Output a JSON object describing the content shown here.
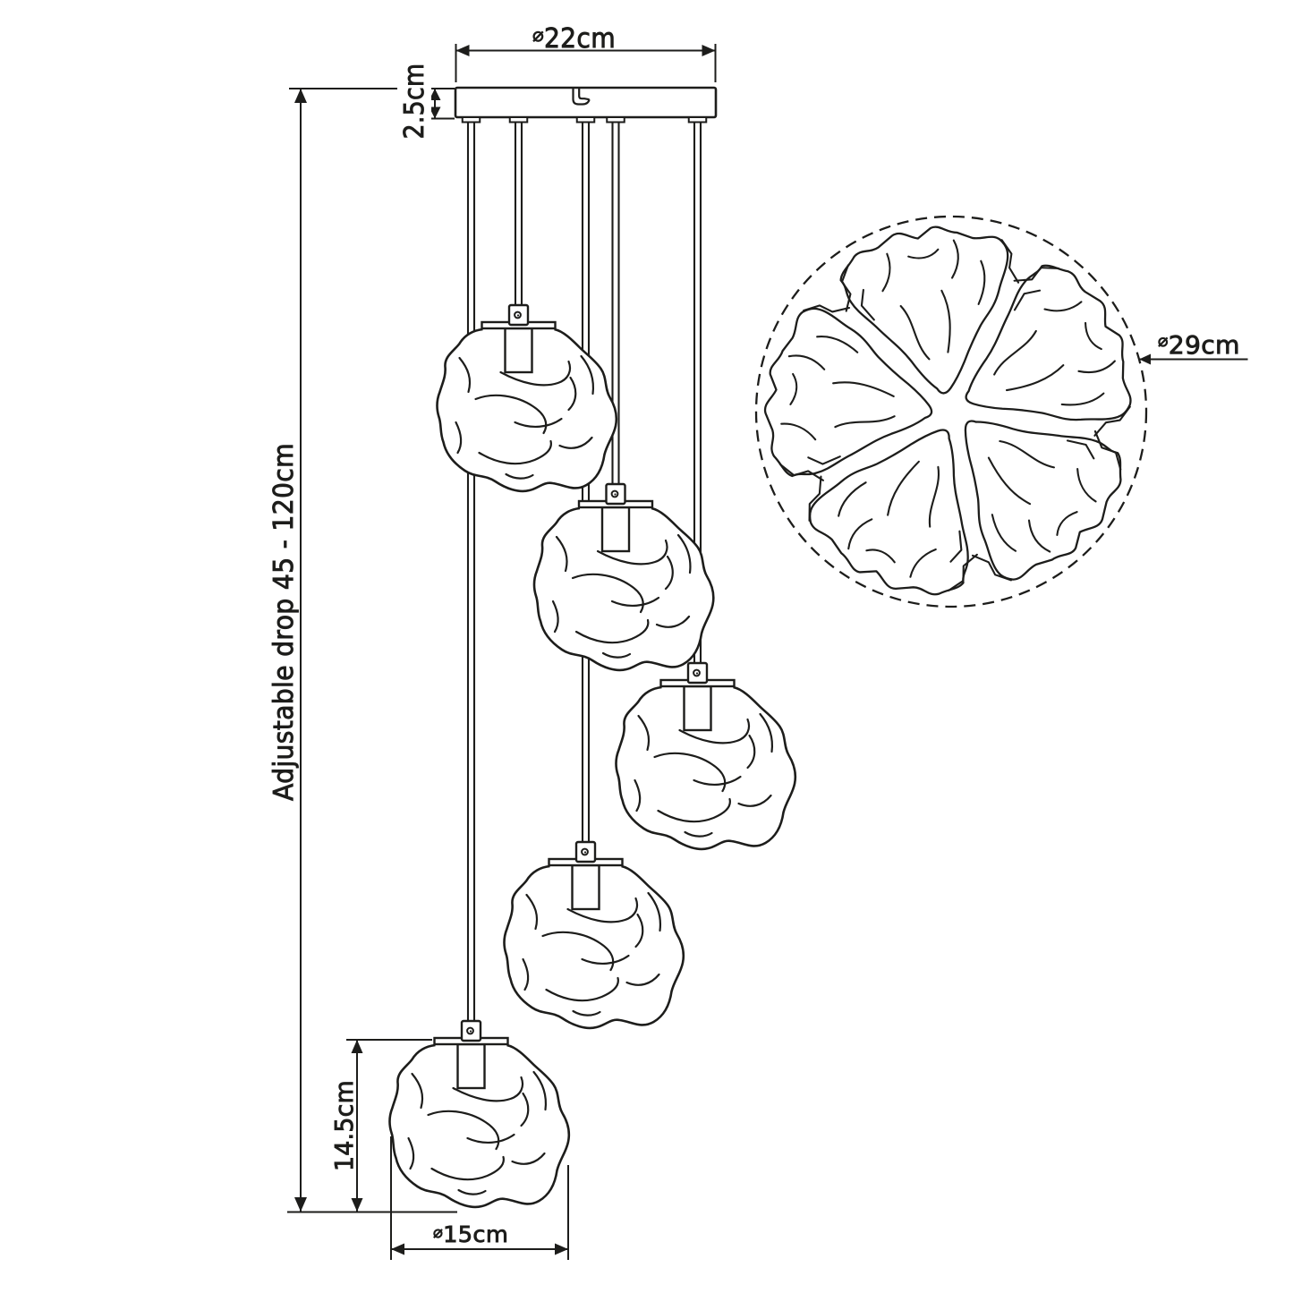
{
  "background": "#ffffff",
  "line_color": "#1d1d1b",
  "labels": {
    "canopy_diameter": {
      "symbol": "⌀",
      "value": "22cm"
    },
    "canopy_height": "2.5cm",
    "adjustable_drop": "Adjustable drop 45 - 120cm",
    "shade_height": "14.5cm",
    "shade_diameter": {
      "symbol": "⌀",
      "value": "15cm"
    },
    "cluster_diameter": {
      "symbol": "⌀",
      "value": "29cm"
    }
  }
}
